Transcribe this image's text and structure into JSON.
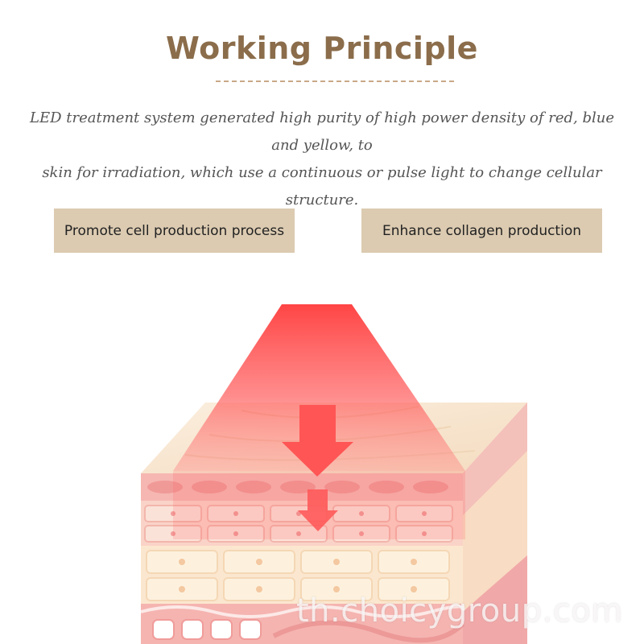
{
  "header": {
    "title": "Working Principle"
  },
  "description": {
    "line1": "LED treatment system generated high purity of high power density of red, blue and yellow, to",
    "line2": "skin for irradiation, which use a continuous or pulse light to change cellular structure."
  },
  "benefits": [
    {
      "label": "Promote cell production process"
    },
    {
      "label": "Enhance collagen production"
    }
  ],
  "watermark": {
    "text": "th.choicygroup.com"
  },
  "colors": {
    "title": "#8b6d4b",
    "pill_background": "#dccbb1",
    "light_beam": "#ff4a4a",
    "skin_top": "#f8e6cf"
  },
  "illustration": {
    "name": "skin-cross-section",
    "light_icon": "red-light-beam",
    "arrow_icon": "arrow-down-icon"
  }
}
